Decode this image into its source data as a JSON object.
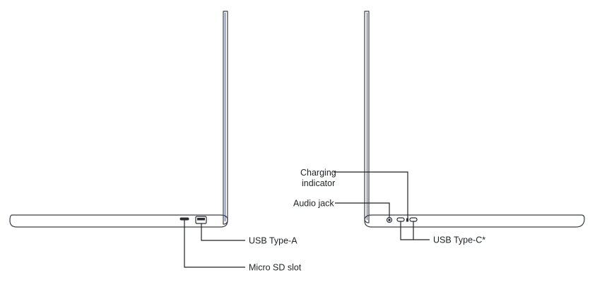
{
  "left_side_view": {
    "labels": {
      "usb_type_a": "USB Type-A",
      "micro_sd_slot": "Micro SD slot"
    }
  },
  "right_side_view": {
    "labels": {
      "charging_indicator_line1": "Charging",
      "charging_indicator_line2": "indicator",
      "audio_jack": "Audio jack",
      "usb_type_c": "USB Type-C*"
    }
  },
  "colors": {
    "outline": "#3a3d45",
    "hinge_edge": "#4a5ba8",
    "leader": "#1f2128"
  }
}
